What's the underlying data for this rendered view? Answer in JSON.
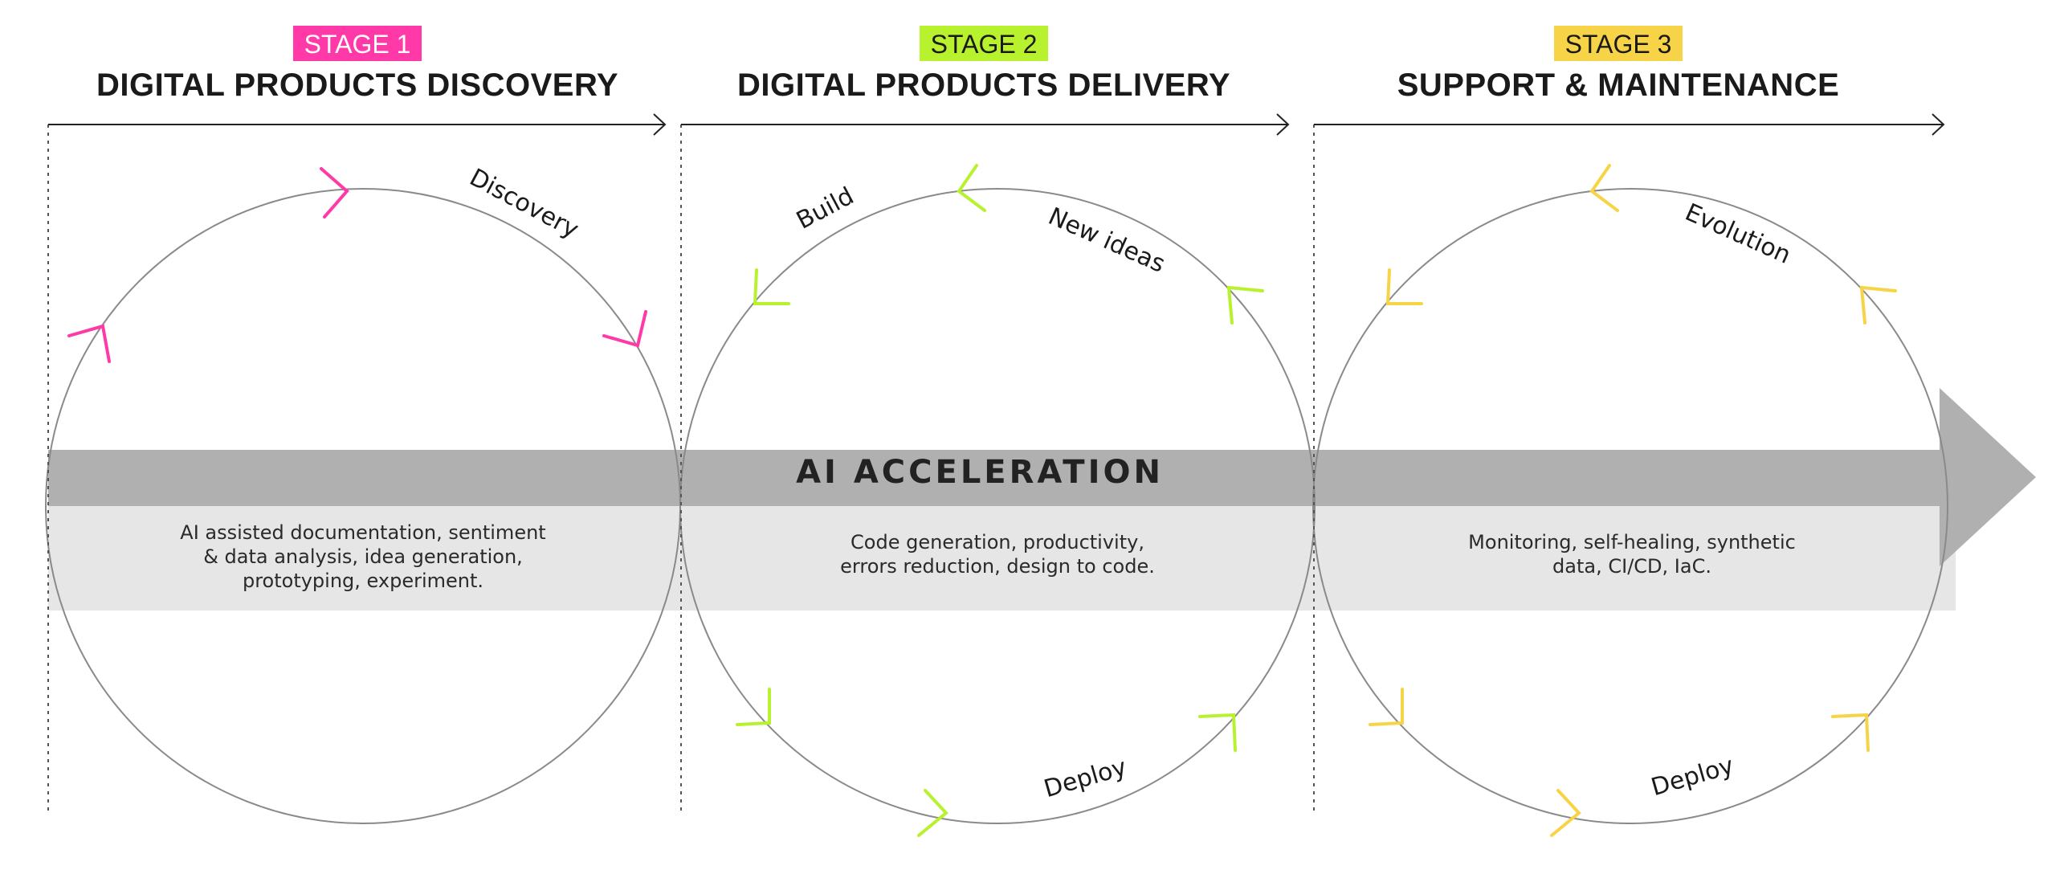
{
  "stages": [
    {
      "badge": "STAGE 1",
      "title": "DIGITAL PRODUCTS DISCOVERY",
      "color": "#ff3aa8",
      "description": [
        "AI assisted documentation, sentiment",
        "& data analysis, idea generation,",
        "prototyping, experiment."
      ],
      "labels": [
        "Discovery"
      ]
    },
    {
      "badge": "STAGE 2",
      "title": "DIGITAL PRODUCTS DELIVERY",
      "color": "#b8f22f",
      "description": [
        "Code generation, productivity,",
        "errors reduction, design to code."
      ],
      "labels": [
        "Build",
        "New ideas",
        "Deploy"
      ]
    },
    {
      "badge": "STAGE 3",
      "title": "SUPPORT & MAINTENANCE",
      "color": "#f7d447",
      "description": [
        "Monitoring, self-healing, synthetic",
        "data, CI/CD, IaC."
      ],
      "labels": [
        "Evolution",
        "Deploy"
      ]
    }
  ],
  "band": {
    "title": "AI ACCELERATION",
    "color": "#b0b0b0",
    "light_color": "#e6e6e6"
  }
}
